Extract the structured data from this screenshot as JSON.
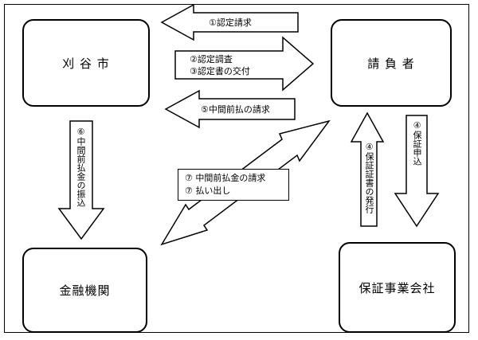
{
  "entities": {
    "kariya": "刈 谷 市",
    "ukeoi": "請 負 者",
    "kinyu": "金融機関",
    "hosho": "保証事業会社"
  },
  "arrows": {
    "a1": "①認定請求",
    "a2_line1": "②認定調査",
    "a2_line2": "③認定書の交付",
    "a5": "⑤中間前払の請求",
    "a6": "⑥中間前払金の振込",
    "a7_line1": "⑦ 中間前払金の請求",
    "a7_line2": "⑦ 払い出し",
    "a4_left": "④保証証書の発行",
    "a4_right": "④保証申込"
  }
}
